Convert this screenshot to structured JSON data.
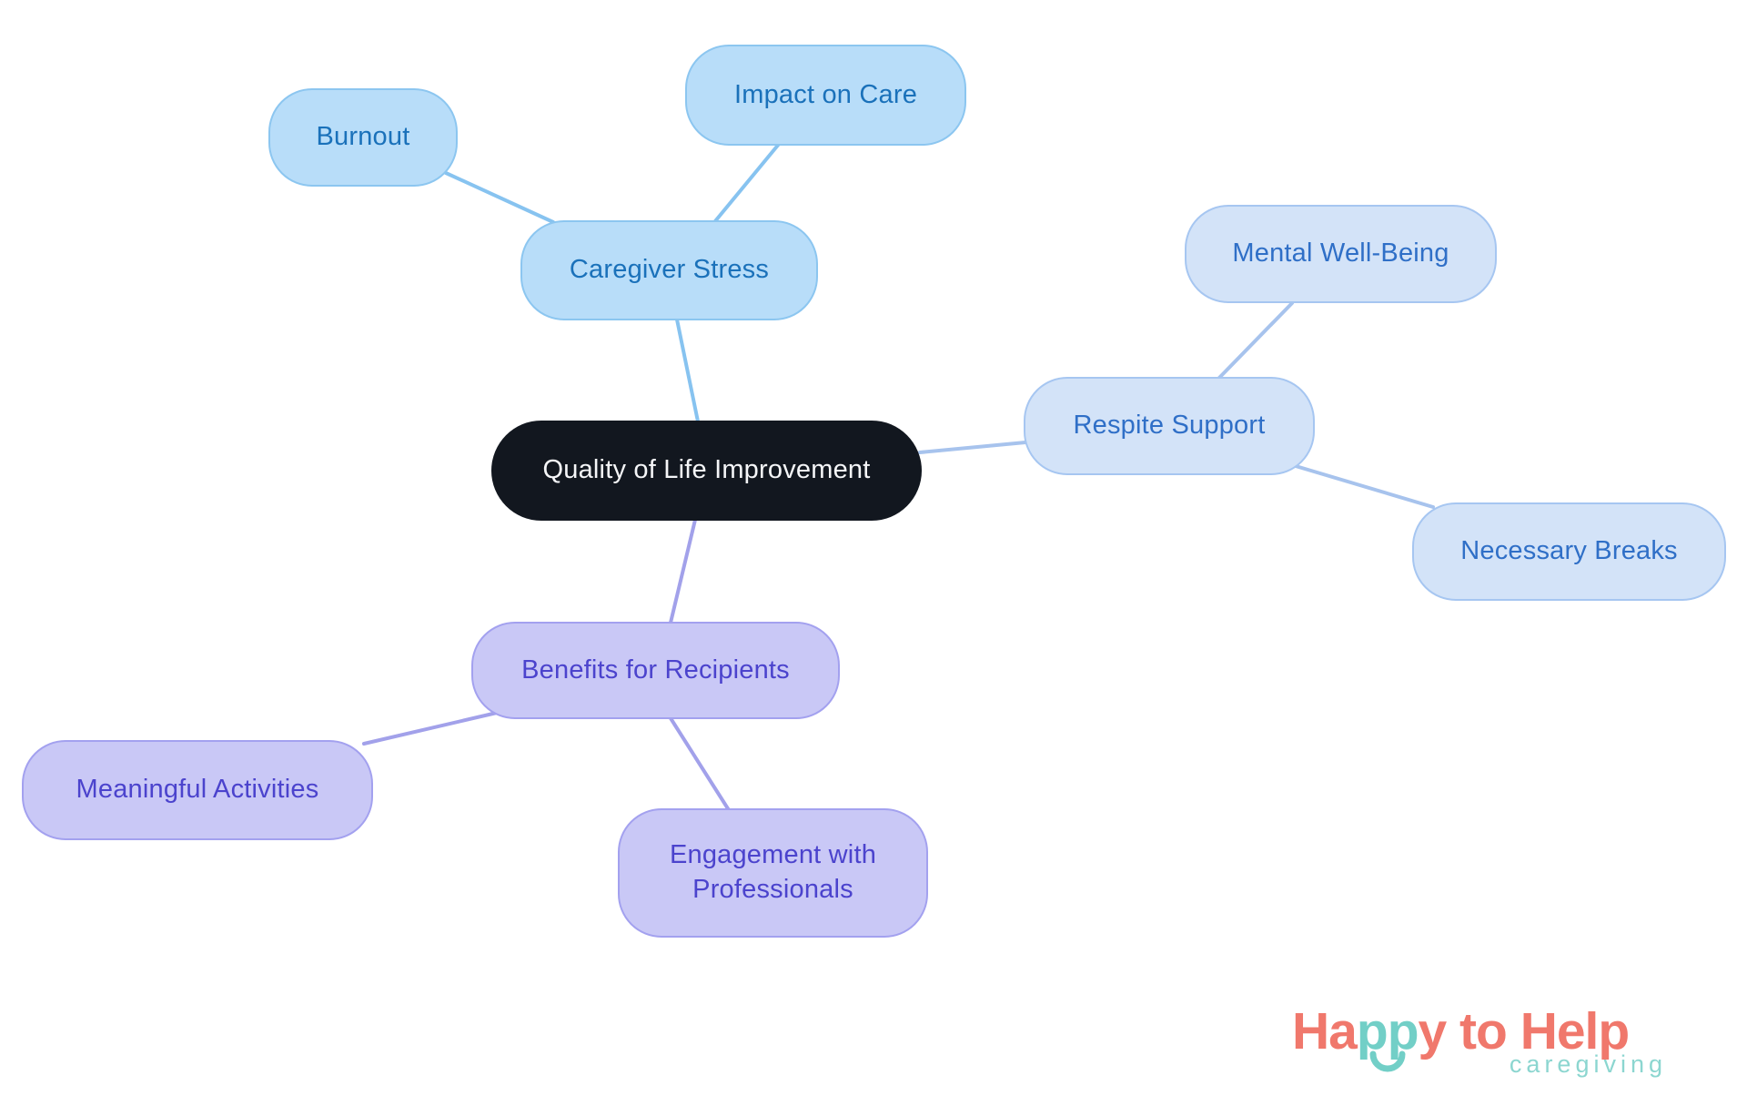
{
  "page": {
    "background": "#ffffff"
  },
  "mindmap": {
    "central": {
      "label": "Quality of Life Improvement",
      "fill": "#12171f",
      "text_color": "#f5f6f8"
    },
    "branches": [
      {
        "name": "caregiver-stress",
        "node": {
          "label": "Caregiver Stress"
        },
        "children": [
          {
            "label": "Burnout"
          },
          {
            "label": "Impact on Care"
          }
        ],
        "fill": "#b8ddf9",
        "border": "#8cc6f0",
        "text_color": "#1a71ba",
        "edge_color": "#87c3f0"
      },
      {
        "name": "respite-support",
        "node": {
          "label": "Respite Support"
        },
        "children": [
          {
            "label": "Mental Well-Being"
          },
          {
            "label": "Necessary Breaks"
          }
        ],
        "fill": "#d3e3f8",
        "border": "#a6c6f1",
        "text_color": "#2f6fc7",
        "edge_color": "#a7c3ed"
      },
      {
        "name": "benefits-for-recipients",
        "node": {
          "label": "Benefits for Recipients"
        },
        "children": [
          {
            "label": "Meaningful Activities"
          },
          {
            "label": "Engagement with Professionals"
          }
        ],
        "fill": "#c9c8f6",
        "border": "#a3a1ef",
        "text_color": "#4b43cd",
        "edge_color": "#a2a1ea"
      }
    ]
  },
  "logo": {
    "line1_part1": "Ha",
    "line1_part2": "pp",
    "line1_part3": "y to Help",
    "subtitle": "caregiving",
    "coral": "#f0786c",
    "teal": "#72cfc7",
    "subtitle_color": "#8cd6d0"
  }
}
